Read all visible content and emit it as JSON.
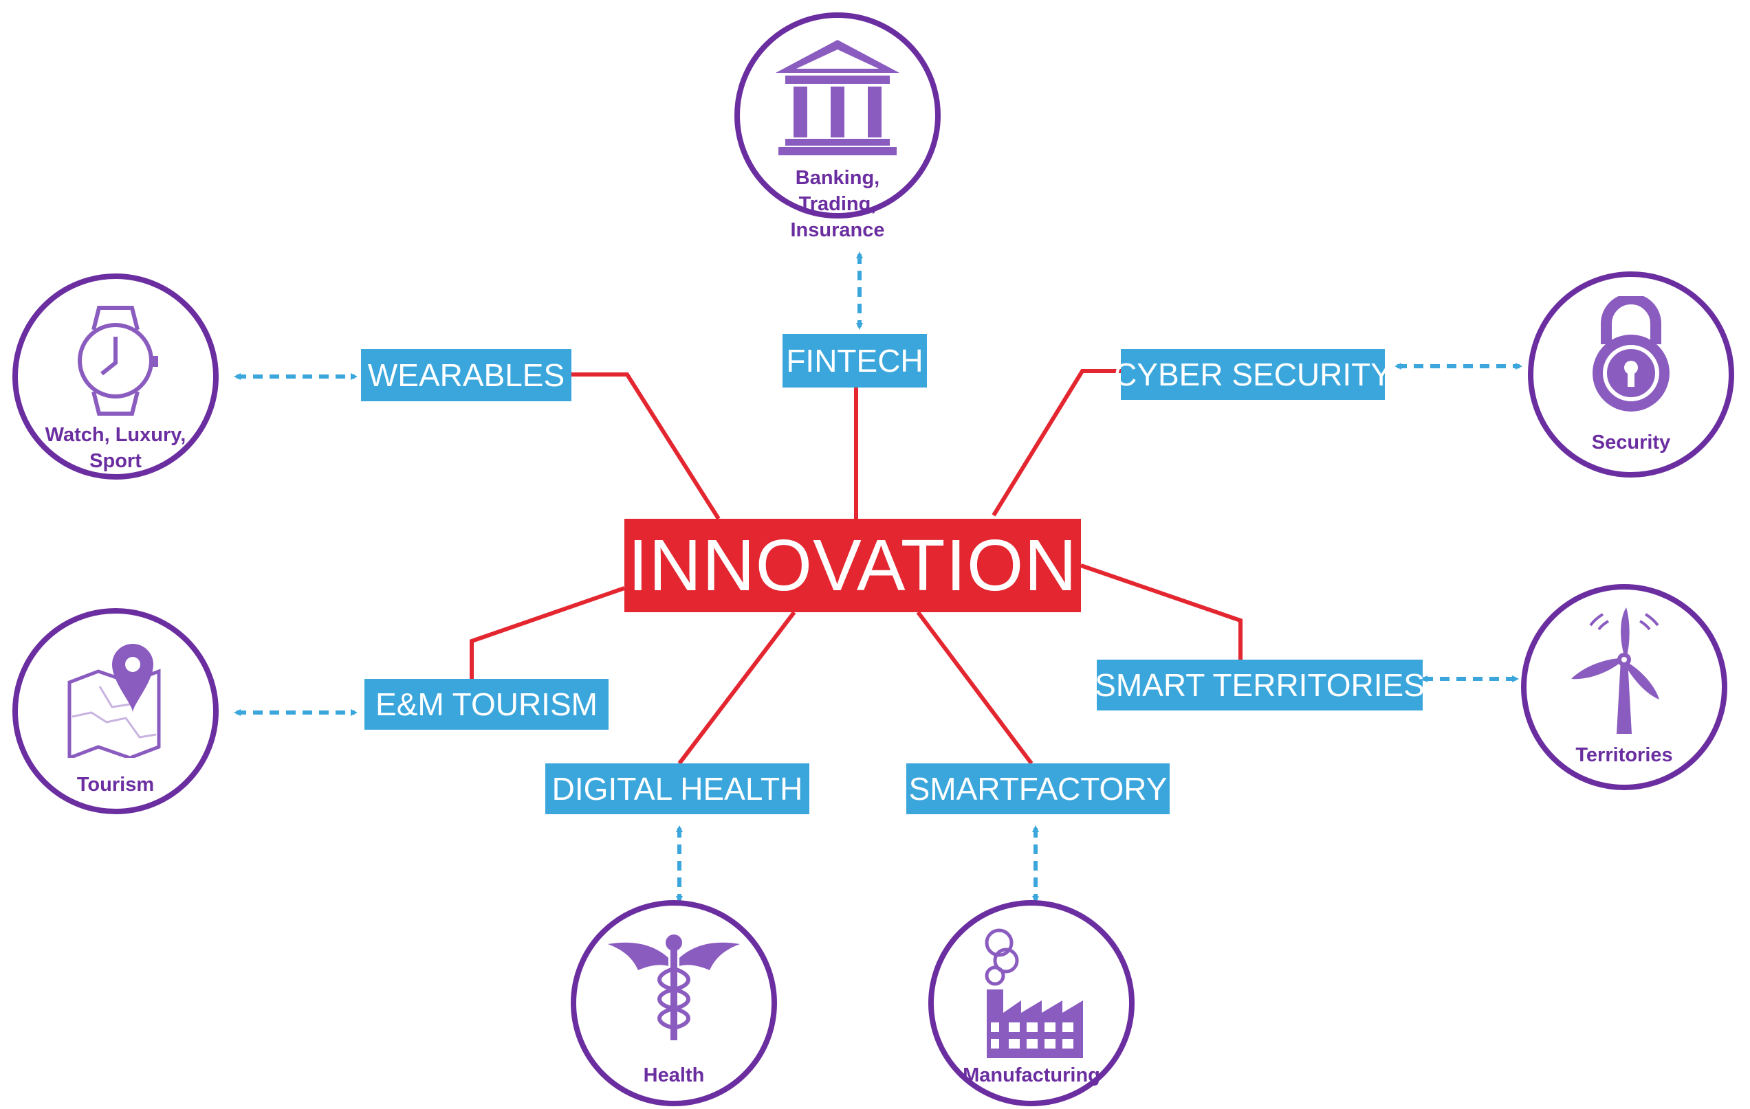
{
  "center": {
    "label": "INNOVATION",
    "color": "#e3262f"
  },
  "colors": {
    "topic_box": "#3aa6dc",
    "connector": "#e3262f",
    "circle": "#6b2ea0",
    "icon": "#8b5cbf",
    "arrow": "#3aa6dc"
  },
  "topics": [
    {
      "id": "wearables",
      "label": "WEARABLES"
    },
    {
      "id": "fintech",
      "label": "FINTECH"
    },
    {
      "id": "cyber",
      "label": "CYBER SECURITY"
    },
    {
      "id": "territories",
      "label": "SMART TERRITORIES"
    },
    {
      "id": "tourism",
      "label": "E&M TOURISM"
    },
    {
      "id": "health",
      "label": "DIGITAL HEALTH"
    },
    {
      "id": "factory",
      "label": "SMARTFACTORY"
    }
  ],
  "sectors": [
    {
      "id": "watch",
      "label": "Watch, Luxury, Sport",
      "icon": "watch-icon"
    },
    {
      "id": "banking",
      "label": "Banking, Trading, Insurance",
      "icon": "bank-icon"
    },
    {
      "id": "security",
      "label": "Security",
      "icon": "padlock-icon"
    },
    {
      "id": "territories",
      "label": "Territories",
      "icon": "wind-turbine-icon"
    },
    {
      "id": "tourism",
      "label": "Tourism",
      "icon": "map-pin-icon"
    },
    {
      "id": "health",
      "label": "Health",
      "icon": "caduceus-icon"
    },
    {
      "id": "manufacturing",
      "label": "Manufacturing",
      "icon": "factory-icon"
    }
  ]
}
